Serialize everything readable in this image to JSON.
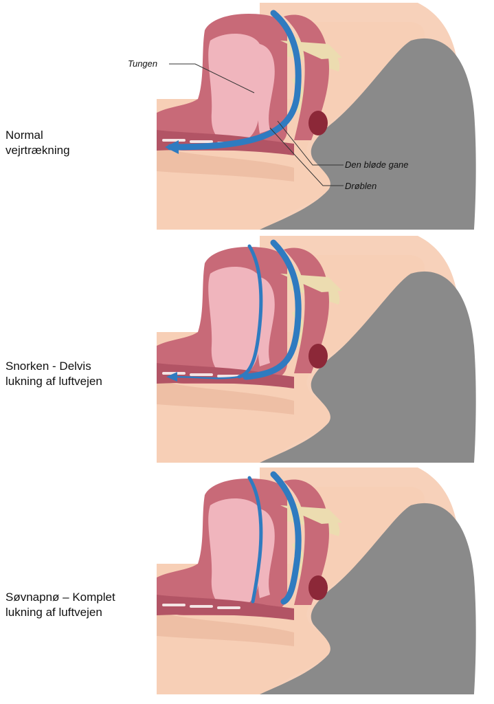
{
  "panels": [
    {
      "label_lines": [
        "Normal",
        "vejrtrækning"
      ],
      "airway": "normal",
      "annotations": {
        "tongue": "Tungen",
        "soft_palate": "Den bløde gane",
        "uvula": "Drøblen"
      }
    },
    {
      "label_lines": [
        "Snorken - Delvis",
        "lukning af luftvejen"
      ],
      "airway": "partial"
    },
    {
      "label_lines": [
        "Søvnapnø – Komplet",
        "lukning af luftvejen"
      ],
      "airway": "complete"
    }
  ],
  "colors": {
    "skin": "#f7cfb6",
    "pillow": "#8a8a8a",
    "tissue": "#c86a78",
    "tissue_light": "#f0b5bd",
    "bone": "#ecdcb0",
    "air": "#2f7bc0"
  }
}
